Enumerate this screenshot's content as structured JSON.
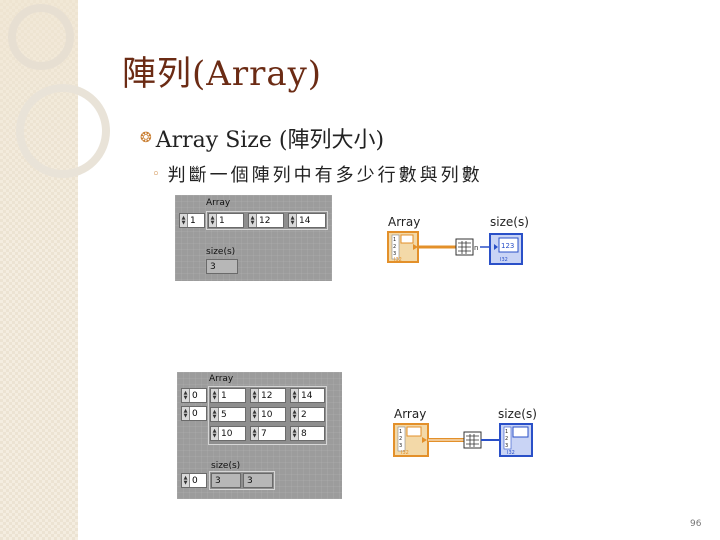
{
  "slide": {
    "title": "陣列(Array)",
    "bullet1": "Array Size (陣列大小)",
    "bullet2": "判斷一個陣列中有多少行數與列數",
    "page_number": "96"
  },
  "panel1": {
    "array_label": "Array",
    "index": "1",
    "cells": [
      "1",
      "12",
      "14"
    ],
    "size_label": "size(s)",
    "size_value": "3"
  },
  "panel2": {
    "array_label": "Array",
    "row_index": "0",
    "col_index": "0",
    "rows": [
      [
        "1",
        "12",
        "14"
      ],
      [
        "5",
        "10",
        "2"
      ],
      [
        "10",
        "7",
        "8"
      ]
    ],
    "size_label": "size(s)",
    "size_index": "0",
    "size_values": [
      "3",
      "3"
    ]
  },
  "diagram1": {
    "array_label": "Array",
    "size_label": "size(s)",
    "type_array": "I32",
    "type_size": "I32"
  },
  "diagram2": {
    "array_label": "Array",
    "size_label": "size(s)",
    "type_array": "I32",
    "type_size": "I32"
  },
  "colors": {
    "title": "#6b2b14",
    "bullet_marker": "#c87c2e",
    "panel_bg": "#9c9c9c",
    "wire_orange": "#e3902a",
    "wire_blue": "#2a50c8"
  }
}
